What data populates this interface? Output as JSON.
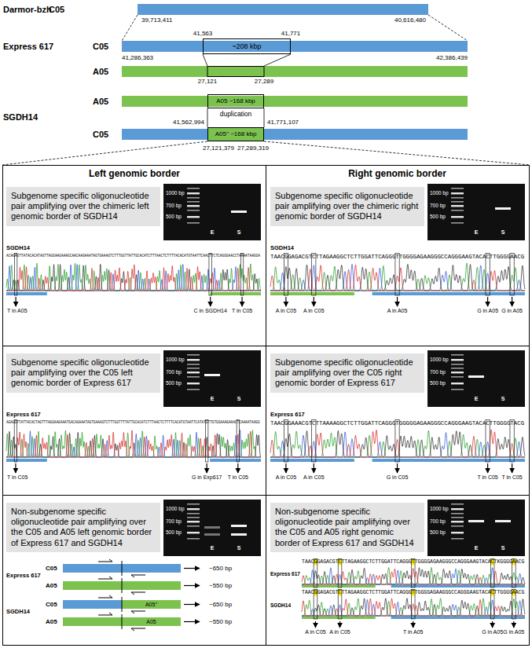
{
  "diagram": {
    "nodes": [
      {
        "text": [
          "C05"
        ]
      },
      {
        "text": [
          "C05"
        ]
      },
      {
        "text": [
          "~208 kbp"
        ],
        "in": 1
      },
      {
        "text": [
          "A05"
        ]
      },
      {
        "text": [
          "A05"
        ]
      },
      {
        "text": [
          "A05 ~168 kbp"
        ],
        "in": 4
      },
      {
        "text": [
          "C05"
        ]
      },
      {
        "text": [
          "A05'' ~168 kbp"
        ],
        "in": 6
      },
      {
        "text": [
          "Left genomic border",
          "Right genomic border"
        ]
      },
      {
        "text": [
          "Subgenome specific oligonucleotide pair amplifying over the chimeric left genomic border of SGDH14"
        ],
        "in": 8
      },
      {
        "text": [
          "Subgenome specific oligonucleotide pair amplifying over the chimeric right genomic border of SGDH14"
        ],
        "in": 8
      },
      {
        "text": [
          "Subgenome specific oligonucleotide pair amplifying over the C05 left genomic border of Express 617"
        ],
        "in": 8
      },
      {
        "text": [
          "Subgenome specific oligonucleotide pair amplifying over the C05 right genomic border of Express 617"
        ],
        "in": 8
      },
      {
        "text": [
          "Non-subgenome specific oligonucleotide pair amplifying over the C05 and A05 left genomic border of Express 617 and SGDH14"
        ],
        "in": 8
      },
      {
        "text": [
          "C05"
        ],
        "in": 8
      },
      {
        "text": [
          "A05"
        ],
        "in": 8
      },
      {
        "text": [
          "C05",
          "A05''"
        ],
        "in": 8
      },
      {
        "text": [
          "A05",
          "A05"
        ],
        "in": 8
      },
      {
        "text": [
          "Non-subgenome specific oligonucleotide pair amplifying over the C05 and A05 right genomic border of Express 617 and SGDH14"
        ],
        "in": 8
      }
    ],
    "edges": [
      {
        "from": 0,
        "to": 1,
        "arrow": "none"
      },
      {
        "from": 0,
        "to": 1,
        "arrow": "none"
      },
      {
        "from": 2,
        "to": 3,
        "arrow": "none"
      },
      {
        "from": 2,
        "to": 3,
        "arrow": "none"
      },
      {
        "from": 5,
        "to": 7,
        "arrow": "none"
      },
      {
        "from": 5,
        "to": 7,
        "arrow": "none"
      },
      {
        "from": 7,
        "to": 8,
        "arrow": "none"
      },
      {
        "from": 7,
        "to": 8,
        "arrow": "none"
      }
    ],
    "labels": [
      "Darmor-bzh",
      "39,713,411",
      "40,616,480",
      "Express 617",
      "41,563",
      "41,771",
      "41,286,363",
      "42,386,439",
      "27,121",
      "27,289",
      "SGDH14",
      "duplication",
      "41,562,994",
      "41,771,107",
      "27,121,379",
      "27,289,319",
      "1000 bp",
      "700 bp",
      "500 bp",
      "E",
      "S",
      "SGDH14",
      "ACAGAGTTATACACATAGTTAGGAAGAAAGCAACAAGAAATAGTGAAAGTCTTTGGTTATTGCACATCTTTAACTCTTTTACACATGTAATTCAACTTCTCAGGGAACCTAAAATAAGGA",
      "T in A05",
      "C in SGDH14",
      "T in C05",
      "1000 bp",
      "700 bp",
      "500 bp",
      "E",
      "S",
      "SGDH14",
      "TAACGGAGACGTCTTAGAAGGCTCTTGGATTCAGGGTTGGGGAGAAGGGCCAGGGAAGTACACTTGGGGAACG",
      "A in C05",
      "A in C05",
      "A in A05",
      "G in A05",
      "G in A05",
      "1000 bp",
      "700 bp",
      "500 bp",
      "E",
      "S",
      "Express 617",
      "AGAGGTTATTACACTAGTTTAGGAAGAAATGACAGAAATAGTGAAAGTCTTTGGTTTTATTGCACATCTTTAACTCTTTTCACATGTAATTCATATGTTGTGGAAAGAAACTCAAAATAAGG",
      "T in C05",
      "G in Exp617",
      "T in C05",
      "1000 bp",
      "700 bp",
      "500 bp",
      "E",
      "S",
      "Express 617",
      "TAACGGAAACGTCTTAAAAGGCTCTTGGATTCAGGGTGGGGGAGAAGGGCCAGGGAAGTACACTTGGGGTACG",
      "A in C05",
      "A in C05",
      "G in C05",
      "T in C05",
      "T in C05",
      "1000 bp",
      "700 bp",
      "500 bp",
      "E",
      "S",
      "Express 617",
      "~650 bp",
      "~550 bp",
      "SGDH14",
      "~650 bp",
      "~550 bp",
      "1000 bp",
      "700 bp",
      "500 bp",
      "E",
      "S",
      "Express 617",
      "TAACGGAGACGTCTTAGAAGGCTCTTGGATTCAGGGTTGGGGAGAAGGGCCAGGGAAGTACACTKGGGGAACG",
      "SGDH14",
      "TAACGGAGACGTCTTAGAAGGCTCTTGGATTCAGGGTTGGGGAGAAGGGCCAGGGAAGTACACTTGGGGAACG",
      "A in C05",
      "A in C05",
      "T in A05",
      "G in A05",
      "G in A05"
    ]
  }
}
